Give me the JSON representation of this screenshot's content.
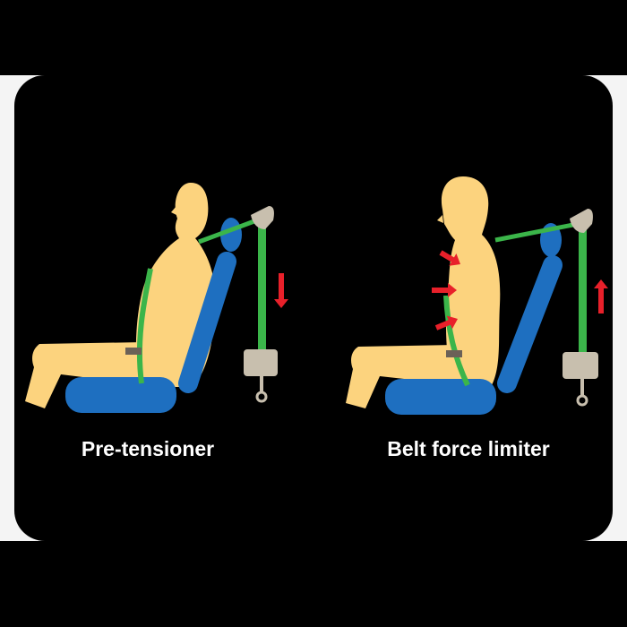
{
  "colors": {
    "background": "#000000",
    "frame": "#f4f4f4",
    "body": "#fcd37e",
    "seat": "#1e6fc0",
    "belt": "#3bb54a",
    "hardware": "#c8bfae",
    "arrow": "#e8202a",
    "text": "#ffffff"
  },
  "panels": [
    {
      "label": "Pre-tensioner",
      "belt_motion": "down",
      "force_arrows": 0
    },
    {
      "label": "Belt force limiter",
      "belt_motion": "up",
      "force_arrows": 3
    }
  ]
}
